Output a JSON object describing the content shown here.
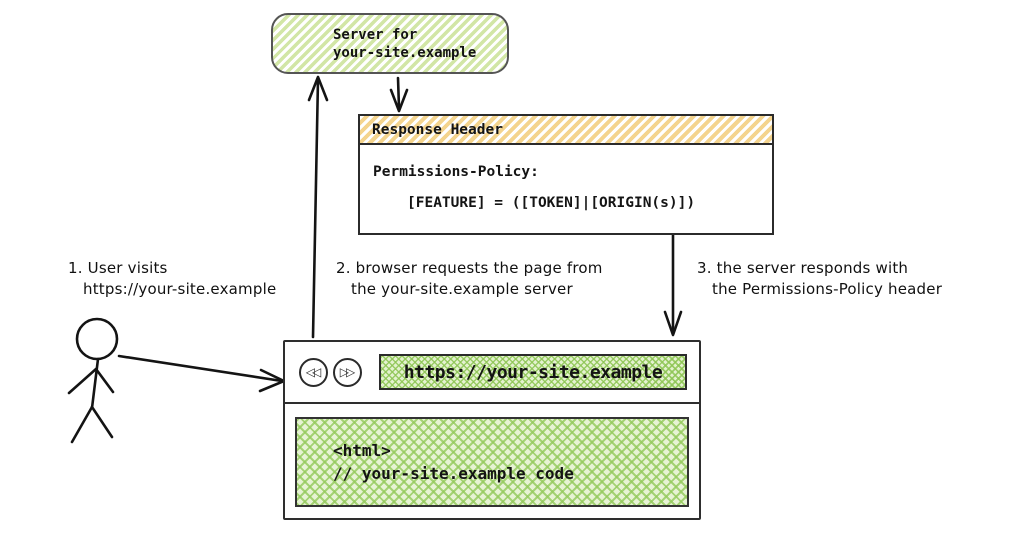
{
  "diagram": {
    "server_box": {
      "line1": "Server for",
      "line2": "your-site.example"
    },
    "response_header": {
      "title": "Response Header",
      "line1": "Permissions-Policy:",
      "line2": "[FEATURE] = ([TOKEN]|[ORIGIN(s)])"
    },
    "steps": [
      {
        "line1": "1. User visits",
        "line2": "https://your-site.example"
      },
      {
        "line1": "2. browser requests the page from",
        "line2": "the your-site.example server"
      },
      {
        "line1": "3. the server responds with",
        "line2": "the Permissions-Policy header"
      }
    ],
    "browser": {
      "url": "https://your-site.example",
      "content_line1": "<html>",
      "content_line2": "// your-site.example code",
      "icons": {
        "back_glyph": "◁◁",
        "forward_glyph": "▷▷"
      }
    },
    "colors": {
      "green_stripe": "#d2e6a6",
      "green_crosshatch": "#8dc554",
      "orange_stripe": "#f4d48e",
      "ink": "#141414",
      "border": "#2e2e2e"
    }
  }
}
